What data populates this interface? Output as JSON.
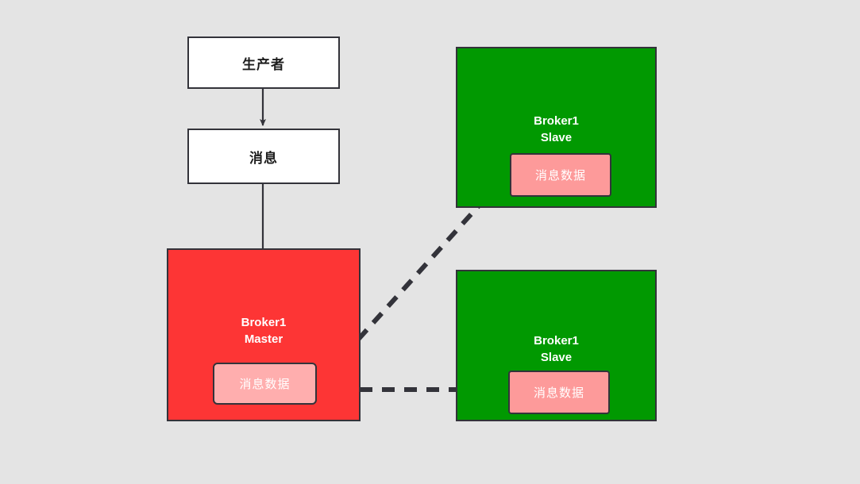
{
  "diagram": {
    "title": "RocketMQ master-slave message replication diagram",
    "background_color": "#e4e4e4",
    "nodes": {
      "producer": {
        "label": "生产者",
        "fill": "#ffffff",
        "stroke": "#33333a"
      },
      "message": {
        "label": "消息",
        "fill": "#ffffff",
        "stroke": "#33333a"
      },
      "broker_master": {
        "title": "Broker1\nMaster",
        "fill": "#fd3535",
        "stroke": "#33333a",
        "inner": {
          "label": "消息数据",
          "fill": "#ffaeae",
          "text_color": "#ffffff"
        }
      },
      "broker_slave_1": {
        "title": "Broker1\nSlave",
        "fill": "#019901",
        "stroke": "#33333a",
        "inner": {
          "label": "消息数据",
          "fill": "#fd9a9a",
          "text_color": "#ffffff"
        }
      },
      "broker_slave_2": {
        "title": "Broker1\nSlave",
        "fill": "#019901",
        "stroke": "#33333a",
        "inner": {
          "label": "消息数据",
          "fill": "#fd9a9a",
          "text_color": "#ffffff"
        }
      }
    },
    "connectors": {
      "producer_to_message": {
        "style": "solid",
        "color": "#33333a",
        "arrow": "end"
      },
      "message_to_master": {
        "style": "solid",
        "color": "#33333a",
        "arrow": "end"
      },
      "master_to_slave_1": {
        "style": "dashed",
        "color": "#33333a",
        "arrow": "end"
      },
      "master_to_slave_2": {
        "style": "dashed",
        "color": "#33333a",
        "arrow": "end"
      }
    }
  }
}
